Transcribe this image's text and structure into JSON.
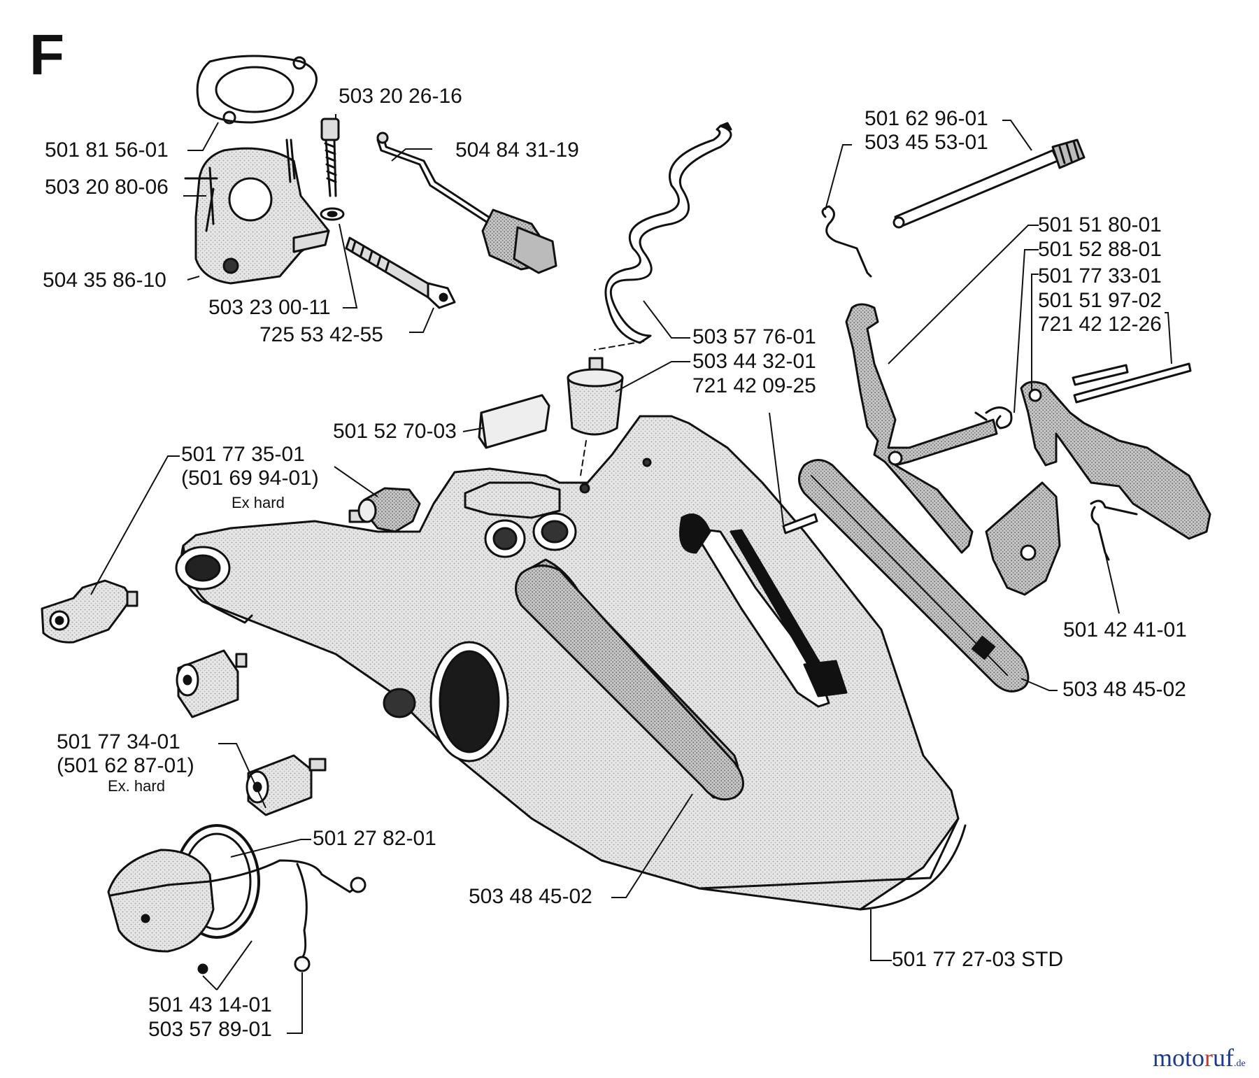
{
  "diagram": {
    "sheet_letter": "F",
    "labels": {
      "p_501815601": "501 81 56-01",
      "p_503202616": "503 20 26-16",
      "p_503208006": "503 20 80-06",
      "p_504843119": "504 84 31-19",
      "p_504358610": "504 35 86-10",
      "p_503230011": "503 23 00-11",
      "p_725534255": "725 53 42-55",
      "p_501629601": "501 62 96-01",
      "p_503455301": "503 45 53-01",
      "p_501518001": "501 51 80-01",
      "p_501528801": "501 52 88-01",
      "p_501773301": "501 77 33-01",
      "p_501519702": "501 51 97-02",
      "p_721421226": "721 42 12-26",
      "p_503577601": "503 57 76-01",
      "p_503443201": "503 44 32-01",
      "p_721420925": "721 42 09-25",
      "p_501527003": "501 52 70-03",
      "p_501773501": "501 77 35-01",
      "p_501699401": "(501 69 94-01)",
      "p_exhard1": "Ex hard",
      "p_501424101": "501 42 41-01",
      "p_503484502a": "503 48 45-02",
      "p_501773401": "501 77 34-01",
      "p_501628701": "(501 62 87-01)",
      "p_exhard2": "Ex. hard",
      "p_501278201": "501 27 82-01",
      "p_503484502b": "503 48 45-02",
      "p_501772703": "501 77 27-03 STD",
      "p_501431401": "501 43 14-01",
      "p_503578901": "503 57 89-01"
    }
  },
  "watermark": {
    "part1": "moto",
    "part2": "r",
    "part3": "uf",
    "part4": ".de"
  }
}
